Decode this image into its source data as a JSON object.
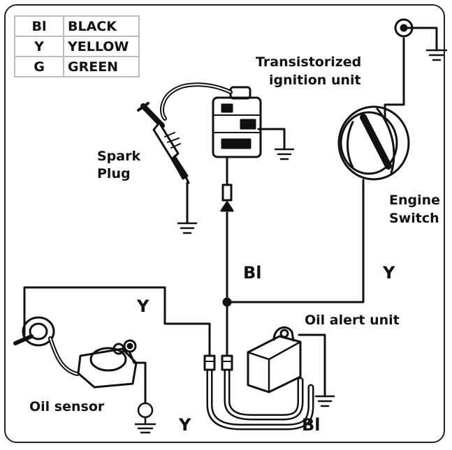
{
  "legend": [
    {
      "code": "Bl",
      "name": "BLACK"
    },
    {
      "code": "Y",
      "name": "YELLOW"
    },
    {
      "code": "G",
      "name": "GREEN"
    }
  ],
  "labels": {
    "transistorized_line1": "Transistorized",
    "transistorized_line2": "ignition unit",
    "spark_line1": "Spark",
    "spark_line2": "Plug",
    "engine_line1": "Engine",
    "engine_line2": "Switch",
    "oil_alert": "Oil alert unit",
    "oil_sensor": "Oil sensor"
  },
  "wire_labels": {
    "bl_mid": "Bl",
    "y_right": "Y",
    "y_left": "Y",
    "y_bottom": "Y",
    "bl_bottom": "Bl"
  },
  "colors": {
    "line": "#111111",
    "frame": "#222222",
    "legend_border": "#bdbdbd"
  }
}
